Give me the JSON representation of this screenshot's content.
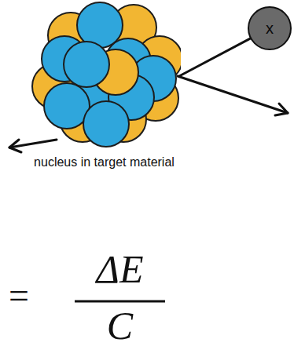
{
  "diagram": {
    "nodes": [
      {
        "text": [
          "nucleus in target material"
        ]
      },
      {
        "text": [
          "x"
        ]
      }
    ],
    "edges": [
      {
        "from": 0,
        "to": 1,
        "arrow": "none"
      }
    ],
    "labels": [
      "=",
      "ΔE",
      "C"
    ]
  }
}
